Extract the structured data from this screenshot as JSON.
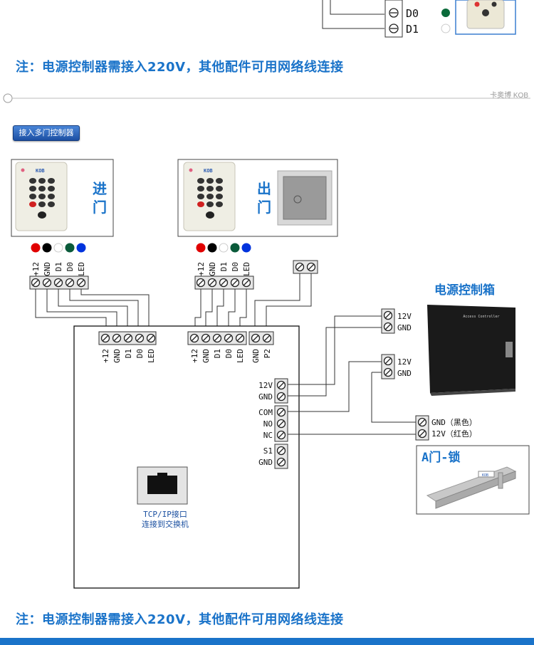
{
  "top_labels": {
    "d0": "D0",
    "d1": "D1"
  },
  "note_text": "注：电源控制器需接入220V，其他配件可用网络线连接",
  "brand": "卡奥博 KOB",
  "section_button": "接入多门控制器",
  "reader_in": {
    "label": "进\n门",
    "chars": [
      "进",
      "门"
    ],
    "keypad_brand": "KOB"
  },
  "reader_out": {
    "label": "出\n门",
    "chars": [
      "出",
      "门"
    ],
    "keypad_brand": "KOB"
  },
  "reader_wire_labels": [
    "+12",
    "GND",
    "D1",
    "D0",
    "LED"
  ],
  "wire_colors": [
    "#e00000",
    "#000000",
    "#ffffff",
    "#0a5a3a",
    "#0033dd"
  ],
  "controller_left_terminals": [
    "+12",
    "GND",
    "D1",
    "D0",
    "LED"
  ],
  "controller_mid_terminals": [
    "+12",
    "GND",
    "D1",
    "D0",
    "LED"
  ],
  "controller_exit_terminals": [
    "GND",
    "P2"
  ],
  "controller_side_terminals": {
    "power": [
      "12V",
      "GND"
    ],
    "relay": [
      "COM",
      "NO",
      "NC"
    ],
    "sensor": [
      "S1",
      "GND"
    ]
  },
  "tcp_label": [
    "TCP/IP接口",
    "连接到交换机"
  ],
  "power_box": {
    "title": "电源控制箱",
    "out1": [
      "12V",
      "GND"
    ],
    "out2": [
      "12V",
      "GND"
    ],
    "device_text": "Access Controller"
  },
  "lock": {
    "title": "A门-锁",
    "wires": [
      "GND（黑色）",
      "12V（红色）"
    ],
    "brand": "KOB"
  }
}
